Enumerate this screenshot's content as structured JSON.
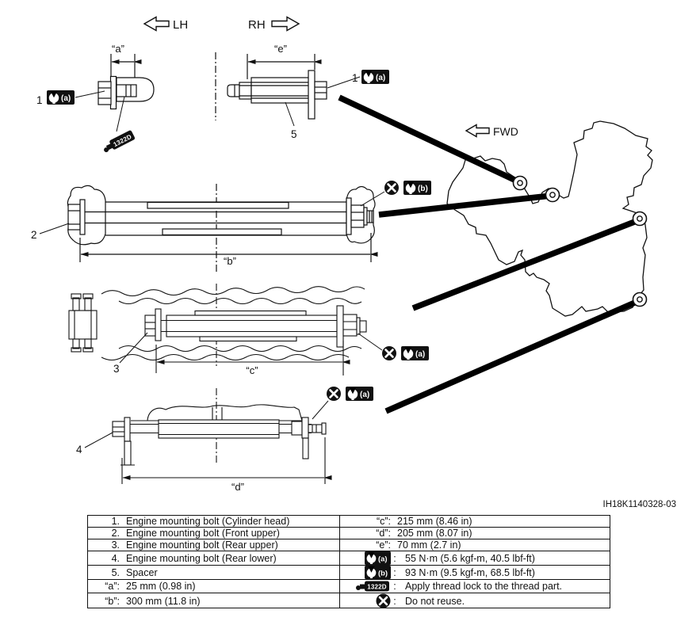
{
  "orientation": {
    "lh": "LH",
    "rh": "RH",
    "fwd": "FWD"
  },
  "dims": {
    "a": "“a”",
    "b": "“b”",
    "c": "“c”",
    "d": "“d”",
    "e": "“e”"
  },
  "callouts": {
    "n1": "1",
    "n2": "2",
    "n3": "3",
    "n4": "4",
    "n5": "5"
  },
  "badges": {
    "wrench_a": "(a)",
    "wrench_b": "(b)",
    "thread_lock": "1322D"
  },
  "punct": {
    "colon": ":"
  },
  "figure_id": "IH18K1140328-03",
  "table": {
    "left": [
      {
        "label": "1.",
        "value": "Engine mounting bolt (Cylinder head)"
      },
      {
        "label": "2.",
        "value": "Engine mounting bolt (Front upper)"
      },
      {
        "label": "3.",
        "value": "Engine mounting bolt (Rear upper)"
      },
      {
        "label": "4.",
        "value": "Engine mounting bolt (Rear lower)"
      },
      {
        "label": "5.",
        "value": "Spacer"
      },
      {
        "label": "“a”:",
        "value": "25 mm (0.98 in)"
      },
      {
        "label": "“b”:",
        "value": "300 mm (11.8 in)"
      }
    ],
    "right": [
      {
        "label": "“c”:",
        "value": "215 mm (8.46 in)"
      },
      {
        "label": "“d”:",
        "value": "205 mm (8.07 in)"
      },
      {
        "label": "“e”:",
        "value": "70 mm (2.7 in)"
      },
      {
        "label": "(a)",
        "value": "55 N·m (5.6 kgf-m, 40.5 lbf-ft)"
      },
      {
        "label": "(b)",
        "value": "93 N·m (9.5 kgf-m, 68.5 lbf-ft)"
      },
      {
        "label": "1322D",
        "value": "Apply thread lock to the thread part."
      },
      {
        "label": "",
        "value": "Do not reuse."
      }
    ]
  }
}
